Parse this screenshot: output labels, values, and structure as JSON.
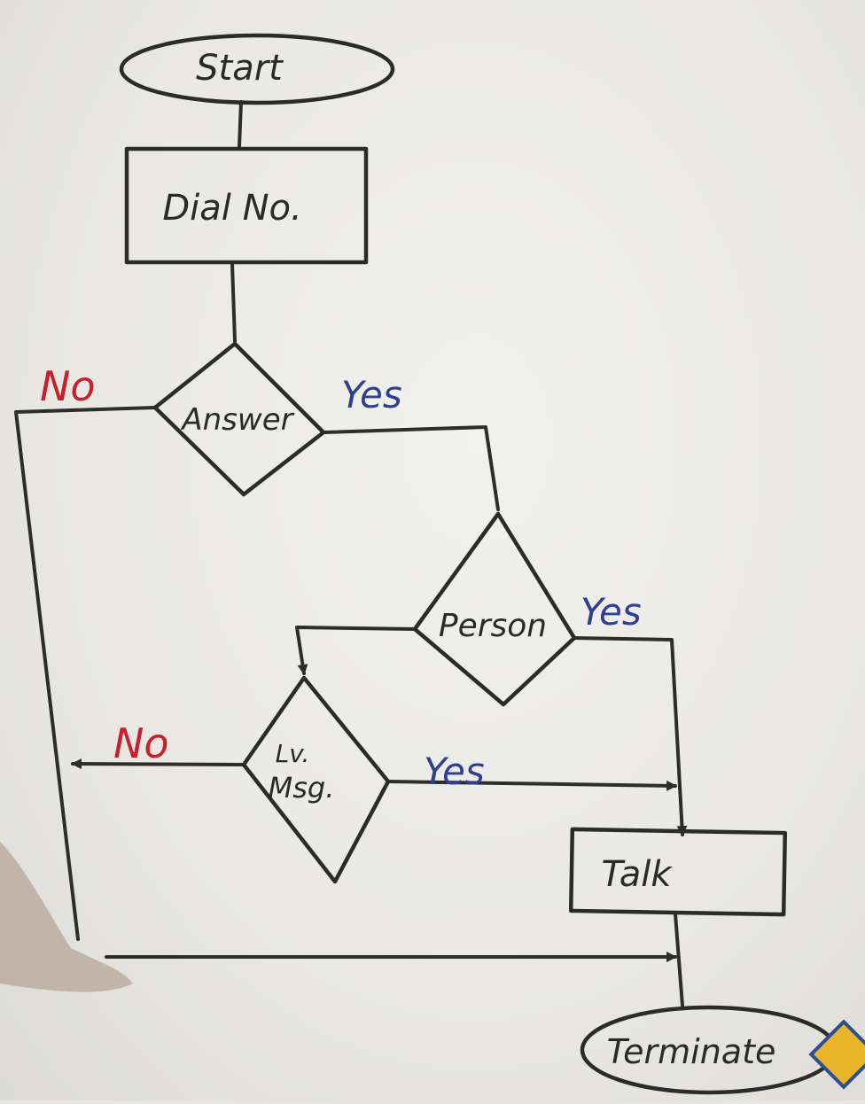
{
  "diagram": {
    "nodes": {
      "start": "Start",
      "dial": "Dial No.",
      "answer": "Answer",
      "person": "Person",
      "lvmsg_line1": "Lv.",
      "lvmsg_line2": "Msg.",
      "talk": "Talk",
      "terminate": "Terminate"
    },
    "edge_labels": {
      "answer_no": "No",
      "answer_yes": "Yes",
      "person_yes": "Yes",
      "lvmsg_no": "No",
      "lvmsg_yes": "Yes"
    },
    "colors": {
      "ink": "#2d2d2d",
      "no": "#c8202c",
      "yes": "#2f3f93"
    }
  }
}
